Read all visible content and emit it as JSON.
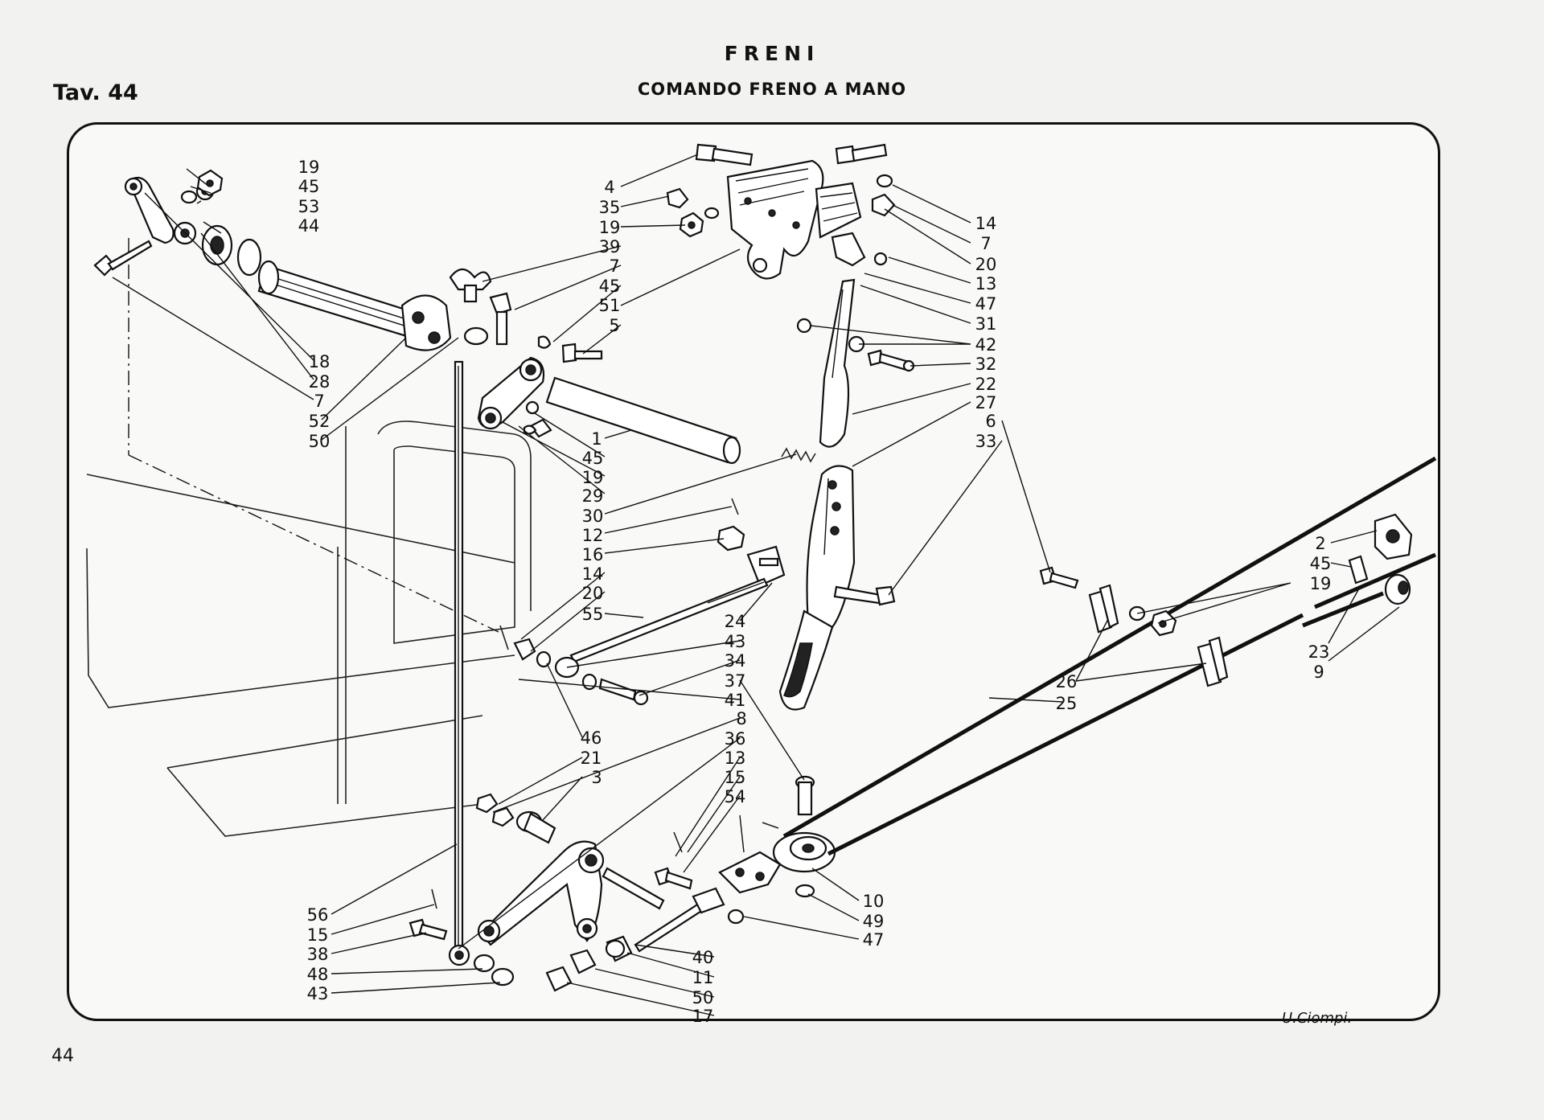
{
  "header": {
    "title": "FRENI",
    "subtitle": "COMANDO FRENO A MANO",
    "table_label": "Tav. 44"
  },
  "footer": {
    "page_number": "44",
    "signature": "U.Ciompi."
  },
  "callouts": [
    {
      "id": "c1",
      "text": "19"
    },
    {
      "id": "c2",
      "text": "45"
    },
    {
      "id": "c3",
      "text": "53"
    },
    {
      "id": "c4",
      "text": "44"
    },
    {
      "id": "c5",
      "text": "18"
    },
    {
      "id": "c6",
      "text": "28"
    },
    {
      "id": "c7",
      "text": "7"
    },
    {
      "id": "c8",
      "text": "52"
    },
    {
      "id": "c9",
      "text": "50"
    },
    {
      "id": "c10",
      "text": "4"
    },
    {
      "id": "c11",
      "text": "35"
    },
    {
      "id": "c12",
      "text": "19"
    },
    {
      "id": "c13",
      "text": "39"
    },
    {
      "id": "c14",
      "text": "7"
    },
    {
      "id": "c15",
      "text": "45"
    },
    {
      "id": "c16",
      "text": "51"
    },
    {
      "id": "c17",
      "text": "5"
    },
    {
      "id": "c18",
      "text": "1"
    },
    {
      "id": "c19",
      "text": "45"
    },
    {
      "id": "c20",
      "text": "19"
    },
    {
      "id": "c21",
      "text": "29"
    },
    {
      "id": "c22",
      "text": "30"
    },
    {
      "id": "c23",
      "text": "12"
    },
    {
      "id": "c24",
      "text": "16"
    },
    {
      "id": "c25",
      "text": "14"
    },
    {
      "id": "c26",
      "text": "20"
    },
    {
      "id": "c27",
      "text": "55"
    },
    {
      "id": "c28",
      "text": "24"
    },
    {
      "id": "c29",
      "text": "43"
    },
    {
      "id": "c30",
      "text": "34"
    },
    {
      "id": "c31",
      "text": "37"
    },
    {
      "id": "c32",
      "text": "41"
    },
    {
      "id": "c33",
      "text": "8"
    },
    {
      "id": "c34",
      "text": "36"
    },
    {
      "id": "c35",
      "text": "13"
    },
    {
      "id": "c36",
      "text": "15"
    },
    {
      "id": "c37",
      "text": "54"
    },
    {
      "id": "c38",
      "text": "46"
    },
    {
      "id": "c39",
      "text": "21"
    },
    {
      "id": "c40",
      "text": "3"
    },
    {
      "id": "c41",
      "text": "56"
    },
    {
      "id": "c42",
      "text": "15"
    },
    {
      "id": "c43",
      "text": "38"
    },
    {
      "id": "c44",
      "text": "48"
    },
    {
      "id": "c45",
      "text": "43"
    },
    {
      "id": "c46",
      "text": "40"
    },
    {
      "id": "c47",
      "text": "11"
    },
    {
      "id": "c48",
      "text": "50"
    },
    {
      "id": "c49",
      "text": "17"
    },
    {
      "id": "c50",
      "text": "10"
    },
    {
      "id": "c51",
      "text": "49"
    },
    {
      "id": "c52",
      "text": "47"
    },
    {
      "id": "c53",
      "text": "14"
    },
    {
      "id": "c54",
      "text": "7"
    },
    {
      "id": "c55",
      "text": "20"
    },
    {
      "id": "c56",
      "text": "13"
    },
    {
      "id": "c57",
      "text": "47"
    },
    {
      "id": "c58",
      "text": "31"
    },
    {
      "id": "c59",
      "text": "42"
    },
    {
      "id": "c60",
      "text": "32"
    },
    {
      "id": "c61",
      "text": "22"
    },
    {
      "id": "c62",
      "text": "27"
    },
    {
      "id": "c63",
      "text": "6"
    },
    {
      "id": "c64",
      "text": "33"
    },
    {
      "id": "c65",
      "text": "2"
    },
    {
      "id": "c66",
      "text": "45"
    },
    {
      "id": "c67",
      "text": "19"
    },
    {
      "id": "c68",
      "text": "23"
    },
    {
      "id": "c69",
      "text": "9"
    },
    {
      "id": "c70",
      "text": "26"
    },
    {
      "id": "c71",
      "text": "25"
    }
  ]
}
